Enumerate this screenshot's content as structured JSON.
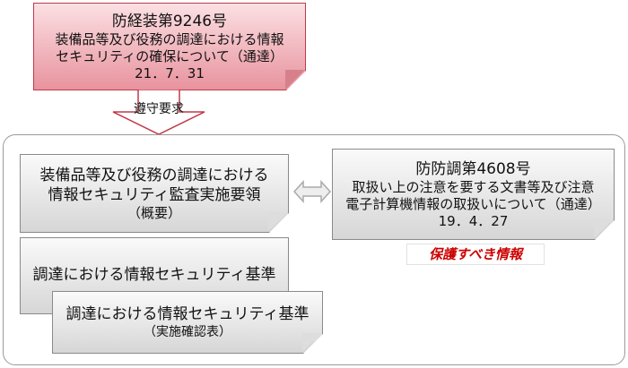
{
  "top_notice": {
    "number": "防経装第9246号",
    "title_line1": "装備品等及び役務の調達における情報",
    "title_line2": "セキュリティの確保について（通達）",
    "date": "21．7．31"
  },
  "arrow_label": "遵守要求",
  "audit_guide": {
    "line1": "装備品等及び役務の調達における",
    "line2": "情報セキュリティ監査実施要領",
    "line3": "（概要）"
  },
  "standard": {
    "line1": "調達における情報セキュリティ基準"
  },
  "checklist": {
    "line1": "調達における情報セキュリティ基準",
    "line2": "（実施確認表）"
  },
  "related_notice": {
    "number": "防防調第4608号",
    "title_line1": "取扱い上の注意を要する文書等及び注意",
    "title_line2": "電子計算機情報の取扱いについて（通達）",
    "date": "19．4．27"
  },
  "protected_label": "保護すべき情報",
  "colors": {
    "accent_red": "#c0394b",
    "label_red": "#cc0000"
  }
}
